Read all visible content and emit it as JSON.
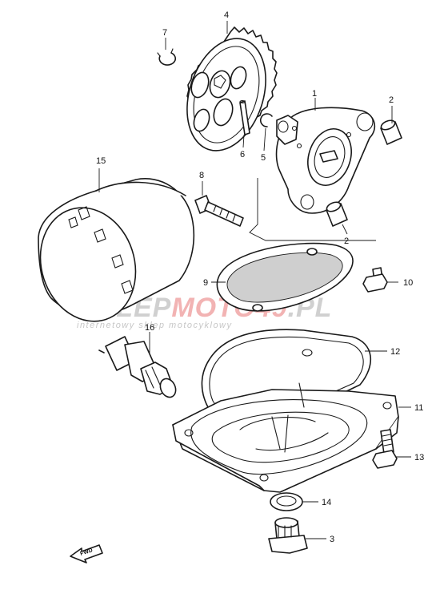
{
  "diagram": {
    "callouts": [
      {
        "id": "c1",
        "text": "1"
      },
      {
        "id": "c2a",
        "text": "2"
      },
      {
        "id": "c2b",
        "text": "2"
      },
      {
        "id": "c3",
        "text": "3"
      },
      {
        "id": "c4",
        "text": "4"
      },
      {
        "id": "c5",
        "text": "5"
      },
      {
        "id": "c6",
        "text": "6"
      },
      {
        "id": "c7",
        "text": "7"
      },
      {
        "id": "c8",
        "text": "8"
      },
      {
        "id": "c9",
        "text": "9"
      },
      {
        "id": "c10",
        "text": "10"
      },
      {
        "id": "c11",
        "text": "11"
      },
      {
        "id": "c12",
        "text": "12"
      },
      {
        "id": "c13",
        "text": "13"
      },
      {
        "id": "c14",
        "text": "14"
      },
      {
        "id": "c15",
        "text": "15"
      },
      {
        "id": "c16",
        "text": "16"
      }
    ],
    "fwd_label": "FWD"
  },
  "watermark": {
    "brand_part1": "SKLEP",
    "brand_part2": "MOTO",
    "brand_part3": "49",
    "brand_part4": ".PL",
    "tagline": "internetowy sklep motocyklowy",
    "colors": {
      "grey": "#c9c9c9",
      "red": "#f2b3b3"
    }
  }
}
